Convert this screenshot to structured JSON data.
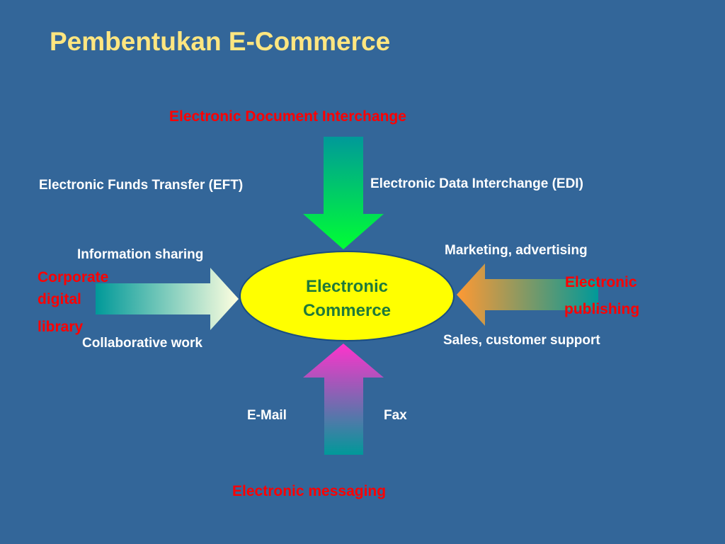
{
  "title": "Pembentukan E-Commerce",
  "center": {
    "line1": "Electronic",
    "line2": "Commerce"
  },
  "top": {
    "category": "Electronic Document Interchange",
    "left_label": "Electronic Funds Transfer (EFT)",
    "right_label": "Electronic Data Interchange (EDI)"
  },
  "left": {
    "category_line1": "Corporate",
    "category_line2": "digital",
    "category_line3": "library",
    "top_label": "Information sharing",
    "bottom_label": "Collaborative work"
  },
  "right": {
    "category_line1": "Electronic",
    "category_line2": "publishing",
    "top_label": "Marketing, advertising",
    "bottom_label": "Sales, customer support"
  },
  "bottom": {
    "category": "Electronic messaging",
    "left_label": "E-Mail",
    "right_label": "Fax"
  },
  "colors": {
    "background": "#336699",
    "title": "#FFE680",
    "category": "#FF0000",
    "ellipse": "#FFFF00",
    "center_text": "#1F7A3A",
    "arrow_top": [
      "#009999",
      "#00FF33"
    ],
    "arrow_left": [
      "#009999",
      "#FFFFE0"
    ],
    "arrow_right": [
      "#FF9933",
      "#009999"
    ],
    "arrow_bottom": [
      "#FF33CC",
      "#009999"
    ]
  }
}
